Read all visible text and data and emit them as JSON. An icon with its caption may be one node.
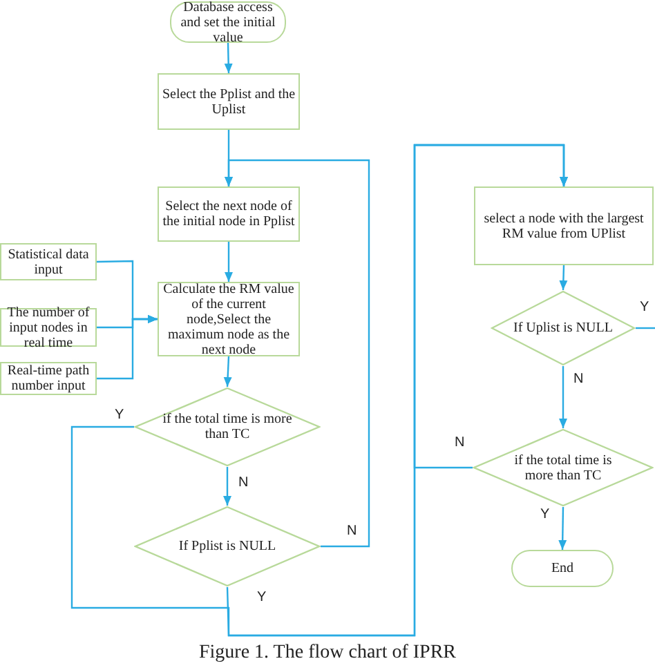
{
  "diagram": {
    "caption": "Figure 1. The flow chart of IPRR",
    "nodes": [
      {
        "text": [
          "Database access and set the initial value"
        ]
      },
      {
        "text": [
          "Select the Pplist and the Uplist"
        ]
      },
      {
        "text": [
          "Select the next node of the initial node in Pplist"
        ]
      },
      {
        "text": [
          "Statistical data input"
        ]
      },
      {
        "text": [
          "The number of input nodes in real time"
        ]
      },
      {
        "text": [
          "Real-time path number input"
        ]
      },
      {
        "text": [
          "Calculate the RM value of the current node,Select the maximum node as the next node"
        ]
      },
      {
        "text": [
          "if the total time is more than TC"
        ]
      },
      {
        "text": [
          "If Pplist is NULL"
        ]
      },
      {
        "text": [
          "select a node with the largest RM value from UPlist"
        ]
      },
      {
        "text": [
          "If Uplist is NULL"
        ]
      },
      {
        "text": [
          "if the total time is more than TC"
        ]
      },
      {
        "text": [
          "End"
        ]
      }
    ],
    "edges": [
      {
        "from": 0,
        "to": 1,
        "arrow": "to"
      },
      {
        "from": 1,
        "to": 2,
        "arrow": "to"
      },
      {
        "from": 2,
        "to": 6,
        "arrow": "to"
      },
      {
        "from": 3,
        "to": 6,
        "arrow": "to"
      },
      {
        "from": 4,
        "to": 6,
        "arrow": "to"
      },
      {
        "from": 5,
        "to": 6,
        "arrow": "to"
      },
      {
        "from": 6,
        "to": 7,
        "arrow": "to"
      },
      {
        "from": 7,
        "to": 8,
        "arrow": "to",
        "label": "N"
      },
      {
        "from": 8,
        "to": 2,
        "arrow": "to",
        "label": "N"
      },
      {
        "from": 7,
        "to": 9,
        "arrow": "to",
        "label": "Y"
      },
      {
        "from": 8,
        "to": 9,
        "arrow": "to",
        "label": "Y"
      },
      {
        "from": 9,
        "to": 10,
        "arrow": "to"
      },
      {
        "from": 10,
        "to": null,
        "arrow": "none",
        "label": "Y"
      },
      {
        "from": 10,
        "to": 11,
        "arrow": "to",
        "label": "N"
      },
      {
        "from": 11,
        "to": 9,
        "arrow": "to",
        "label": "N"
      },
      {
        "from": 11,
        "to": 12,
        "arrow": "to",
        "label": "Y"
      }
    ]
  }
}
